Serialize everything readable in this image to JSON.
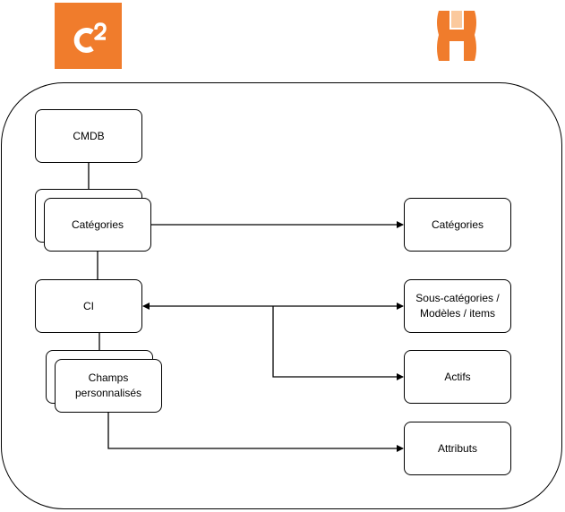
{
  "logos": {
    "left": {
      "icon": "c2-logo-icon",
      "text": "C2",
      "background": "#f07c2c"
    },
    "right": {
      "icon": "h-logo-icon",
      "color": "#f07c2c"
    }
  },
  "diagram": {
    "nodes": {
      "cmdb": "CMDB",
      "categories_left": "Catégories",
      "ci": "CI",
      "custom_fields": "Champs personnalisés",
      "categories_right": "Catégories",
      "subcategories": "Sous-catégories / Modèles / items",
      "assets": "Actifs",
      "attributes": "Attributs"
    }
  },
  "colors": {
    "stroke": "#000000",
    "accent": "#f07c2c"
  }
}
